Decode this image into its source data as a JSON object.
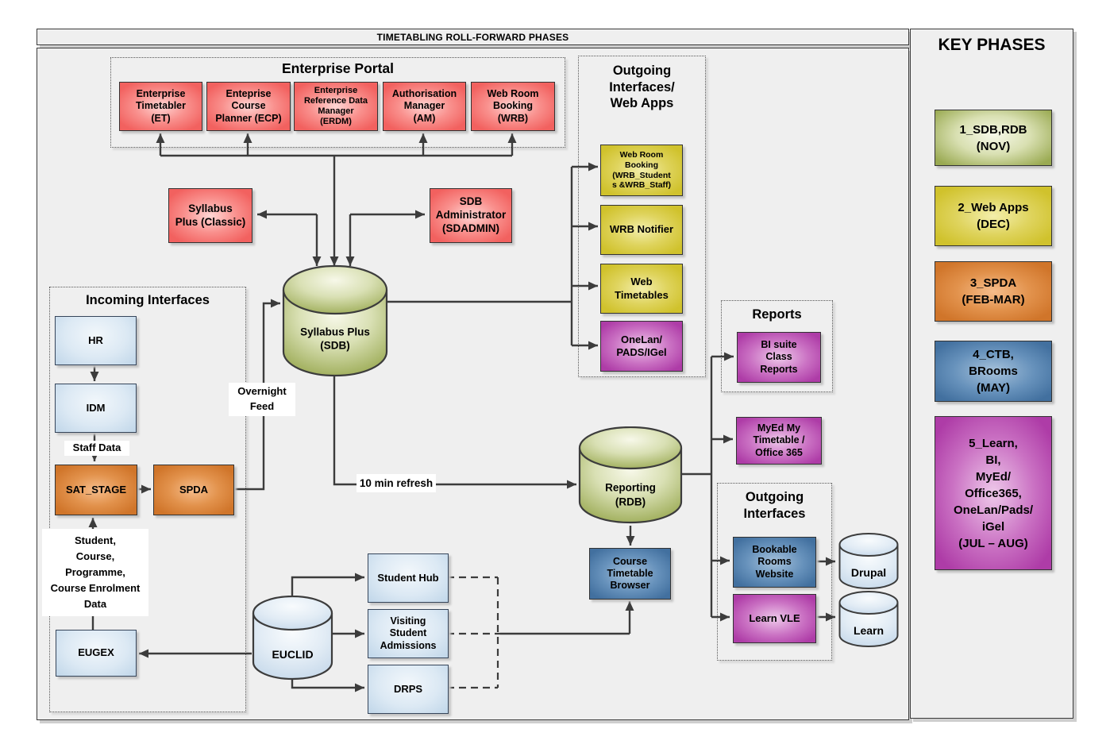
{
  "window_title": "TIMETABLING ROLL-FORWARD PHASES",
  "key_panel": {
    "title": "KEY PHASES",
    "phase1": "1_SDB,RDB\n(NOV)",
    "phase2": "2_Web Apps\n(DEC)",
    "phase3": "3_SPDA\n(FEB-MAR)",
    "phase4": "4_CTB,\nBRooms\n(MAY)",
    "phase5": "5_Learn,\nBI,\nMyEd/\nOffice365,\nOneLan/Pads/\niGel\n(JUL – AUG)"
  },
  "groups": {
    "enterprise_portal": "Enterprise Portal",
    "incoming_interfaces": "Incoming Interfaces",
    "outgoing_web_apps": "Outgoing\nInterfaces/\nWeb Apps",
    "reports": "Reports",
    "outgoing_interfaces": "Outgoing\nInterfaces"
  },
  "nodes": {
    "et": "Enterprise\nTimetabler\n(ET)",
    "ecp": "Enteprise\nCourse\nPlanner (ECP)",
    "erdm": "Enterprise\nReference Data\nManager\n(ERDM)",
    "am": "Authorisation\nManager\n(AM)",
    "wrb": "Web Room\nBooking\n(WRB)",
    "classic": "Syllabus\nPlus (Classic)",
    "sdadmin": "SDB\nAdministrator\n(SDADMIN)",
    "sdb": "Syllabus Plus\n(SDB)",
    "rdb": "Reporting\n(RDB)",
    "hr": "HR",
    "idm": "IDM",
    "sat_stage": "SAT_STAGE",
    "spda": "SPDA",
    "eugex": "EUGEX",
    "euclid": "EUCLID",
    "student_hub": "Student Hub",
    "vsa": "Visiting\nStudent\nAdmissions",
    "drps": "DRPS",
    "ctb": "Course\nTimetable\nBrowser",
    "wrb_web": "Web Room\nBooking\n(WRB_Student\ns &WRB_Staff)",
    "wrb_notifier": "WRB Notifier",
    "web_timetables": "Web\nTimetables",
    "onelan": "OneLan/\nPADS/IGel",
    "bi_suite": "BI suite\nClass\nReports",
    "myed": "MyEd My\nTimetable /\nOffice 365",
    "bookable": "Bookable\nRooms\nWebsite",
    "learn_vle": "Learn VLE",
    "drupal": "Drupal",
    "learn": "Learn"
  },
  "edge_labels": {
    "staff_data": "Staff Data",
    "overnight_feed": "Overnight\nFeed",
    "ten_min_refresh": "10 min refresh",
    "student_course_data": "Student,\nCourse,\nProgramme,\nCourse Enrolment\nData"
  },
  "colors": {
    "red": "#f2615f",
    "yellow": "#d0c22c",
    "orange": "#d0752a",
    "green": "#9aaa52",
    "blue": "#42709f",
    "magenta": "#ae3ca7",
    "light_blue": "#c3d8ea",
    "line": "#3c3c3c"
  }
}
